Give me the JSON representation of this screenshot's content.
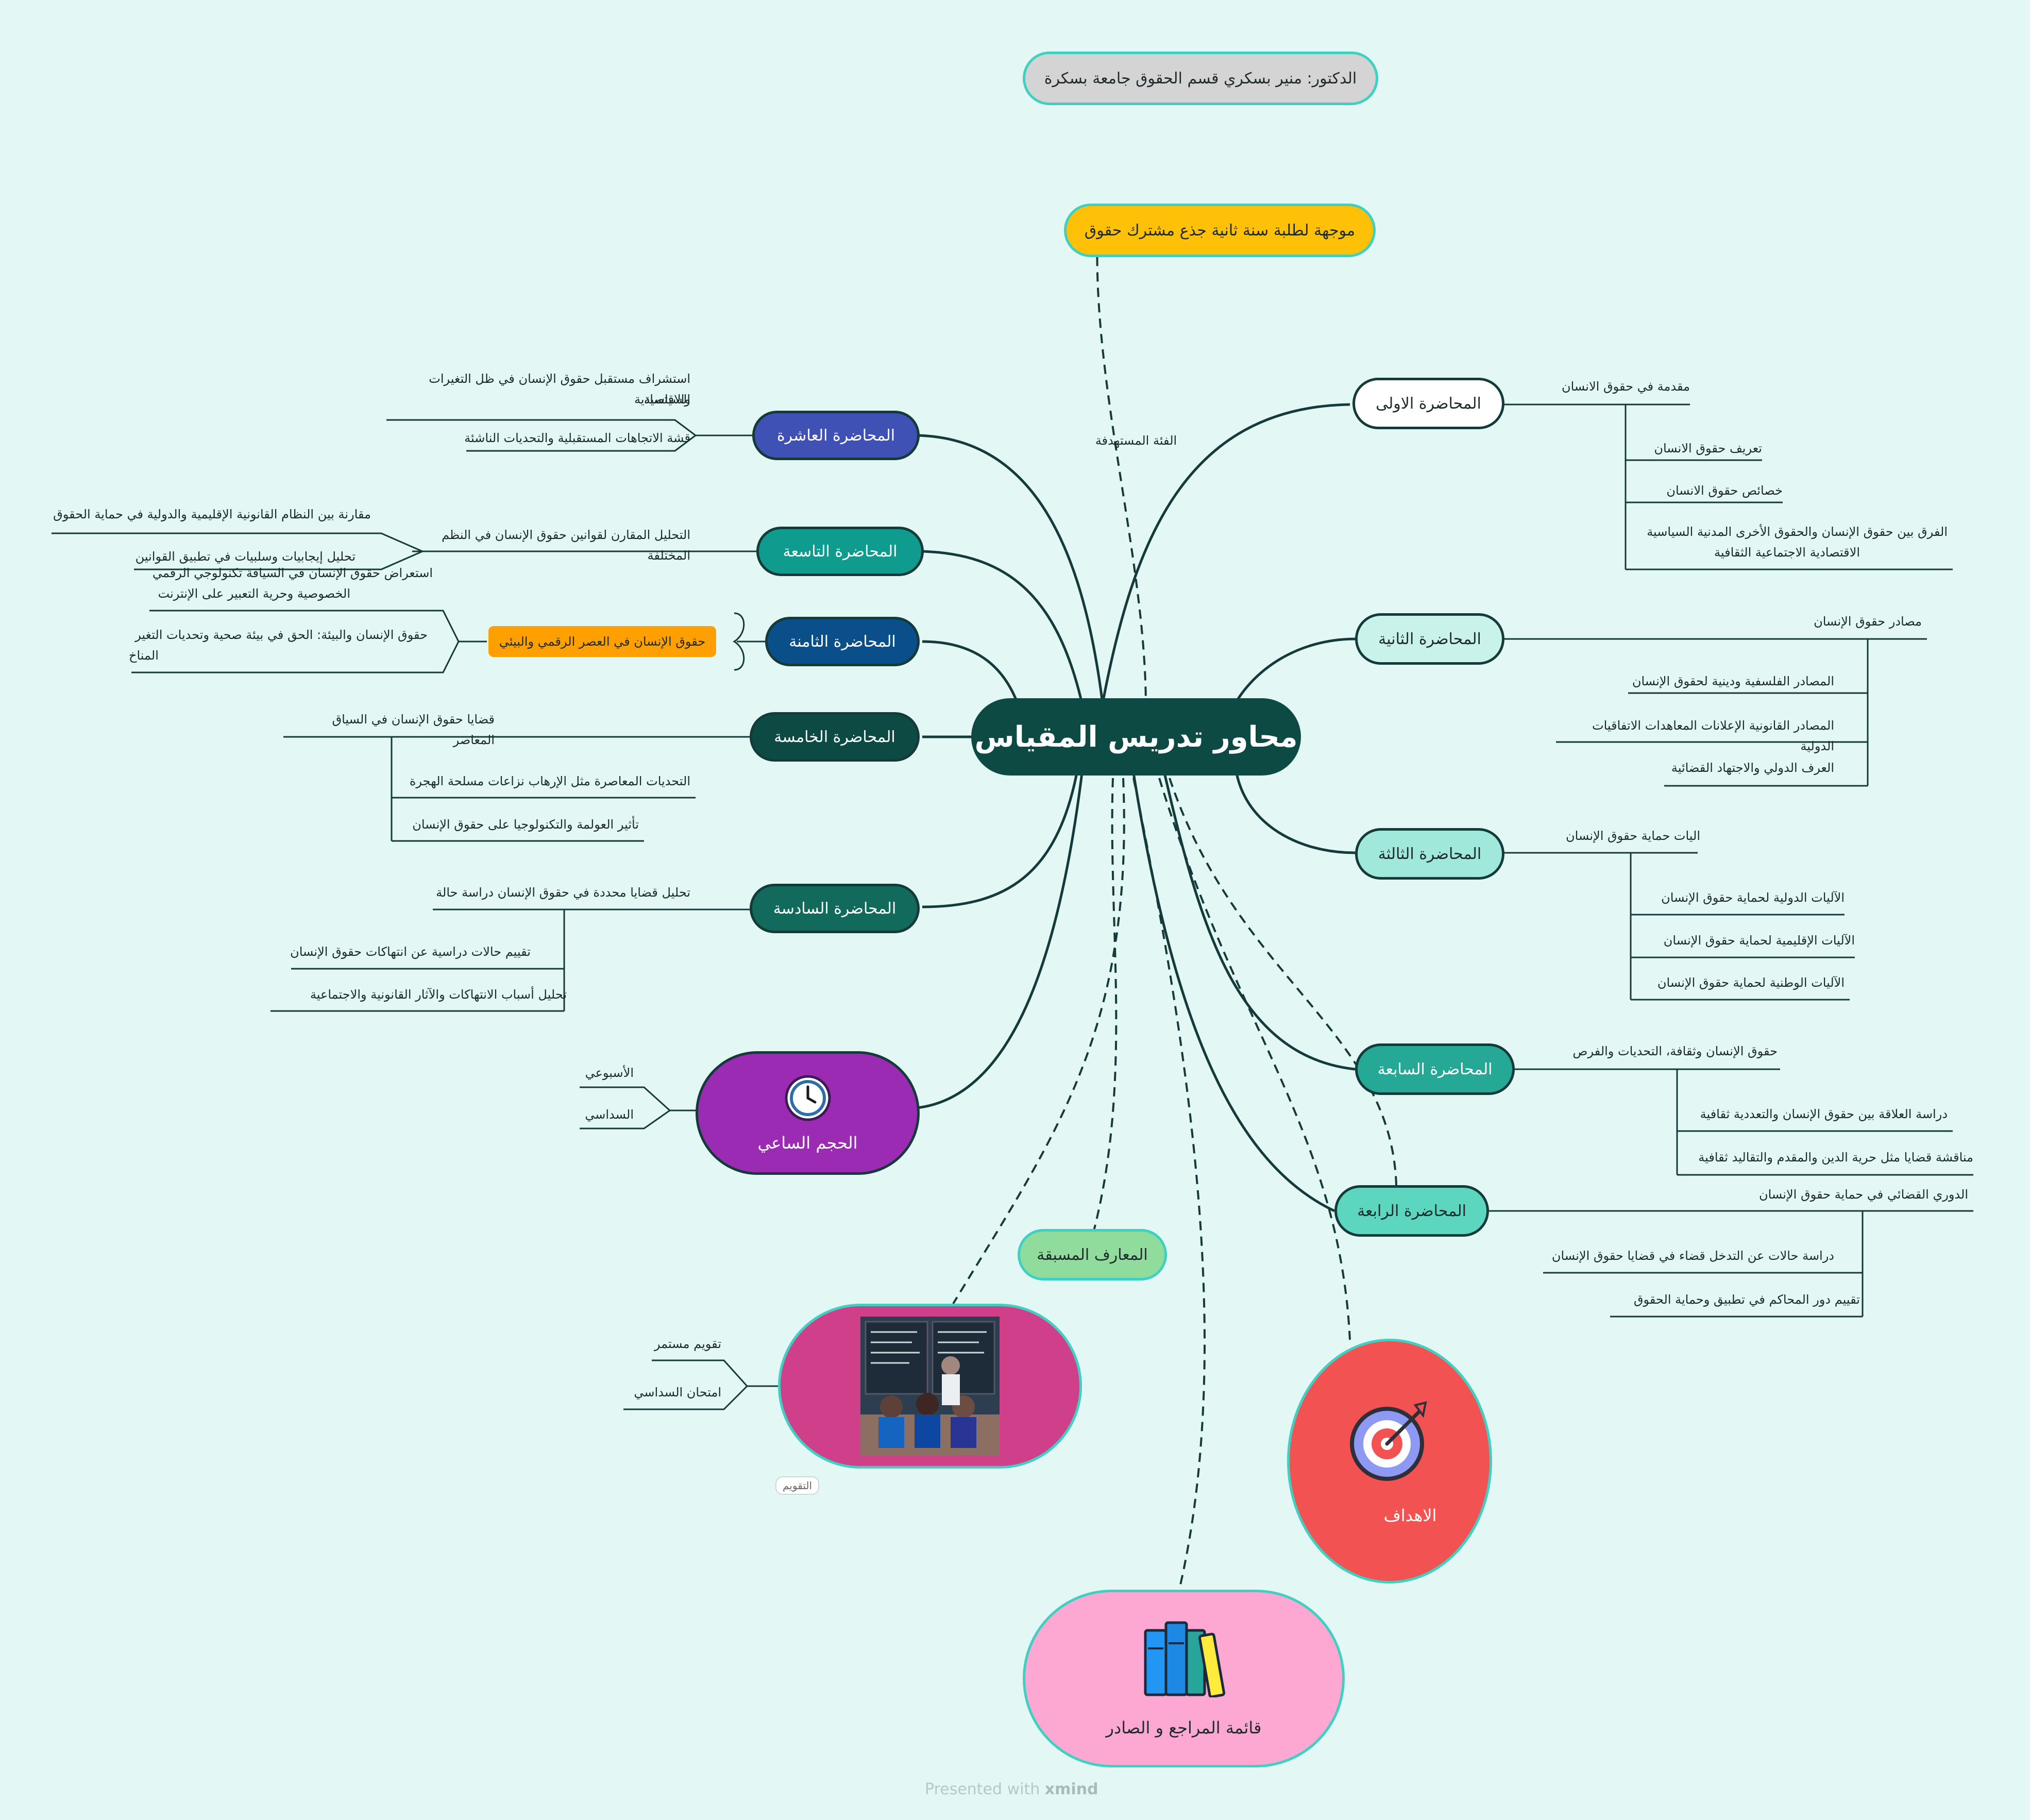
{
  "top": {
    "author": "الدكتور: منير بسكري قسم الحقوق جامعة بسكرة",
    "audience_label": "الفئة المستهدفة",
    "audience": "موجهة لطلبة سنة ثانية جذع مشترك حقوق"
  },
  "root": {
    "title": "محاور تدريس المقياس"
  },
  "lecture1": {
    "title": "المحاضرة الاولى",
    "intro": "مقدمة في حقوق الانسان",
    "items": [
      "تعريف حقوق الانسان",
      "خصائص حقوق الانسان",
      "الفرق بين حقوق الإنسان والحقوق الأخرى المدنية السياسية",
      "الاقتصادية الاجتماعية الثقافية"
    ]
  },
  "lecture2": {
    "title": "المحاضرة الثانية",
    "intro": "مصادر حقوق الإنسان",
    "items": [
      "المصادر الفلسفية ودينية لحقوق الإنسان",
      "المصادر القانونية الإعلانات المعاهدات الاتفاقيات الدولية",
      "العرف الدولي والاجتهاد القضائية"
    ]
  },
  "lecture3": {
    "title": "المحاضرة الثالثة",
    "intro": "اليات حماية حقوق الإنسان",
    "items": [
      "الآليات الدولية لحماية حقوق الإنسان",
      "الآليات الإقليمية لحماية حقوق الإنسان",
      "الآليات الوطنية لحماية حقوق الإنسان"
    ]
  },
  "lecture7": {
    "title": "المحاضرة السابعة",
    "intro": "حقوق الإنسان وثقافة، التحديات والفرص",
    "items": [
      "دراسة العلاقة بين حقوق الإنسان والتعددية ثقافية",
      "مناقشة قضايا مثل حرية الدين والمقدم والتقاليد ثقافية"
    ]
  },
  "lecture4": {
    "title": "المحاضرة الرابعة",
    "intro": "الدوري القضائي في حماية حقوق الإنسان",
    "items": [
      "دراسة حالات عن التدخل قضاء في قضايا حقوق الإنسان",
      "تقييم دور المحاكم في تطبيق وحماية الحقوق"
    ]
  },
  "lecture10": {
    "title": "المحاضرة العاشرة",
    "items": [
      "استشراف مستقبل حقوق الإنسان في ظل التغيرات السياسية",
      "والاقتصادية",
      "قشة الاتجاهات المستقبلية والتحديات الناشئة"
    ]
  },
  "lecture9": {
    "title": "المحاضرة التاسعة",
    "intro": "التحليل المقارن لقوانين حقوق الإنسان في النظم المختلفة",
    "items": [
      "مقارنة بين النظام القانونية الإقليمية والدولية في حماية الحقوق",
      "تحليل إيجابيات وسلبيات في تطبيق القوانين"
    ]
  },
  "lecture8": {
    "title": "المحاضرة الثامنة",
    "topic": "حقوق الإنسان في العصر الرقمي والبيئي",
    "items": [
      "استعراض حقوق الإنسان في السياقة تكنولوجي الرقمي",
      "الخصوصية وحرية التعبير على الإنترنت",
      "حقوق الإنسان والبيئة: الحق في بيئة صحية وتحديات التغير",
      "المناخ"
    ]
  },
  "lecture5": {
    "title": "المحاضرة الخامسة",
    "intro": "قضايا حقوق الإنسان في السياق المعاصر",
    "items": [
      "التحديات المعاصرة مثل الإرهاب نزاعات مسلحة الهجرة",
      "تأثير العولمة والتكنولوجيا على حقوق الإنسان"
    ]
  },
  "lecture6": {
    "title": "المحاضرة السادسة",
    "intro": "تحليل قضايا محددة في حقوق الإنسان دراسة حالة",
    "items": [
      "تقييم حالات دراسية عن انتهاكات حقوق الإنسان",
      "تحليل أسباب الانتهاكات والآثار القانونية والاجتماعية"
    ]
  },
  "volume": {
    "title": "الحجم الساعي",
    "items": [
      "الأسبوعي",
      "السداسي"
    ]
  },
  "evaluation": {
    "tag": "التقويم",
    "items": [
      "تقويم مستمر",
      "امتحان السداسي"
    ]
  },
  "prior": {
    "title": "المعارف المسبقة"
  },
  "goals": {
    "title": "الاهداف"
  },
  "references": {
    "title": "قائمة المراجع و الصادر"
  },
  "footer": {
    "presented": "Presented with",
    "brand": "xmind"
  },
  "colors": {
    "background": "#e3f7f4",
    "root": "#0d4a44",
    "line": "#143b3a",
    "lecture10": "#3f51b5",
    "lecture9": "#0f9b8e",
    "lecture8": "#0b4f8a",
    "lecture5": "#0d4a44",
    "lecture6": "#116a5c",
    "volume": "#9b2bb3",
    "evaluation": "#cf3f8a",
    "goals": "#f25252",
    "references": "#fca8d2",
    "prior": "#8fdc9c",
    "audience": "#ffc107",
    "author": "#d4d4d4",
    "topic8": "#ffa000"
  }
}
